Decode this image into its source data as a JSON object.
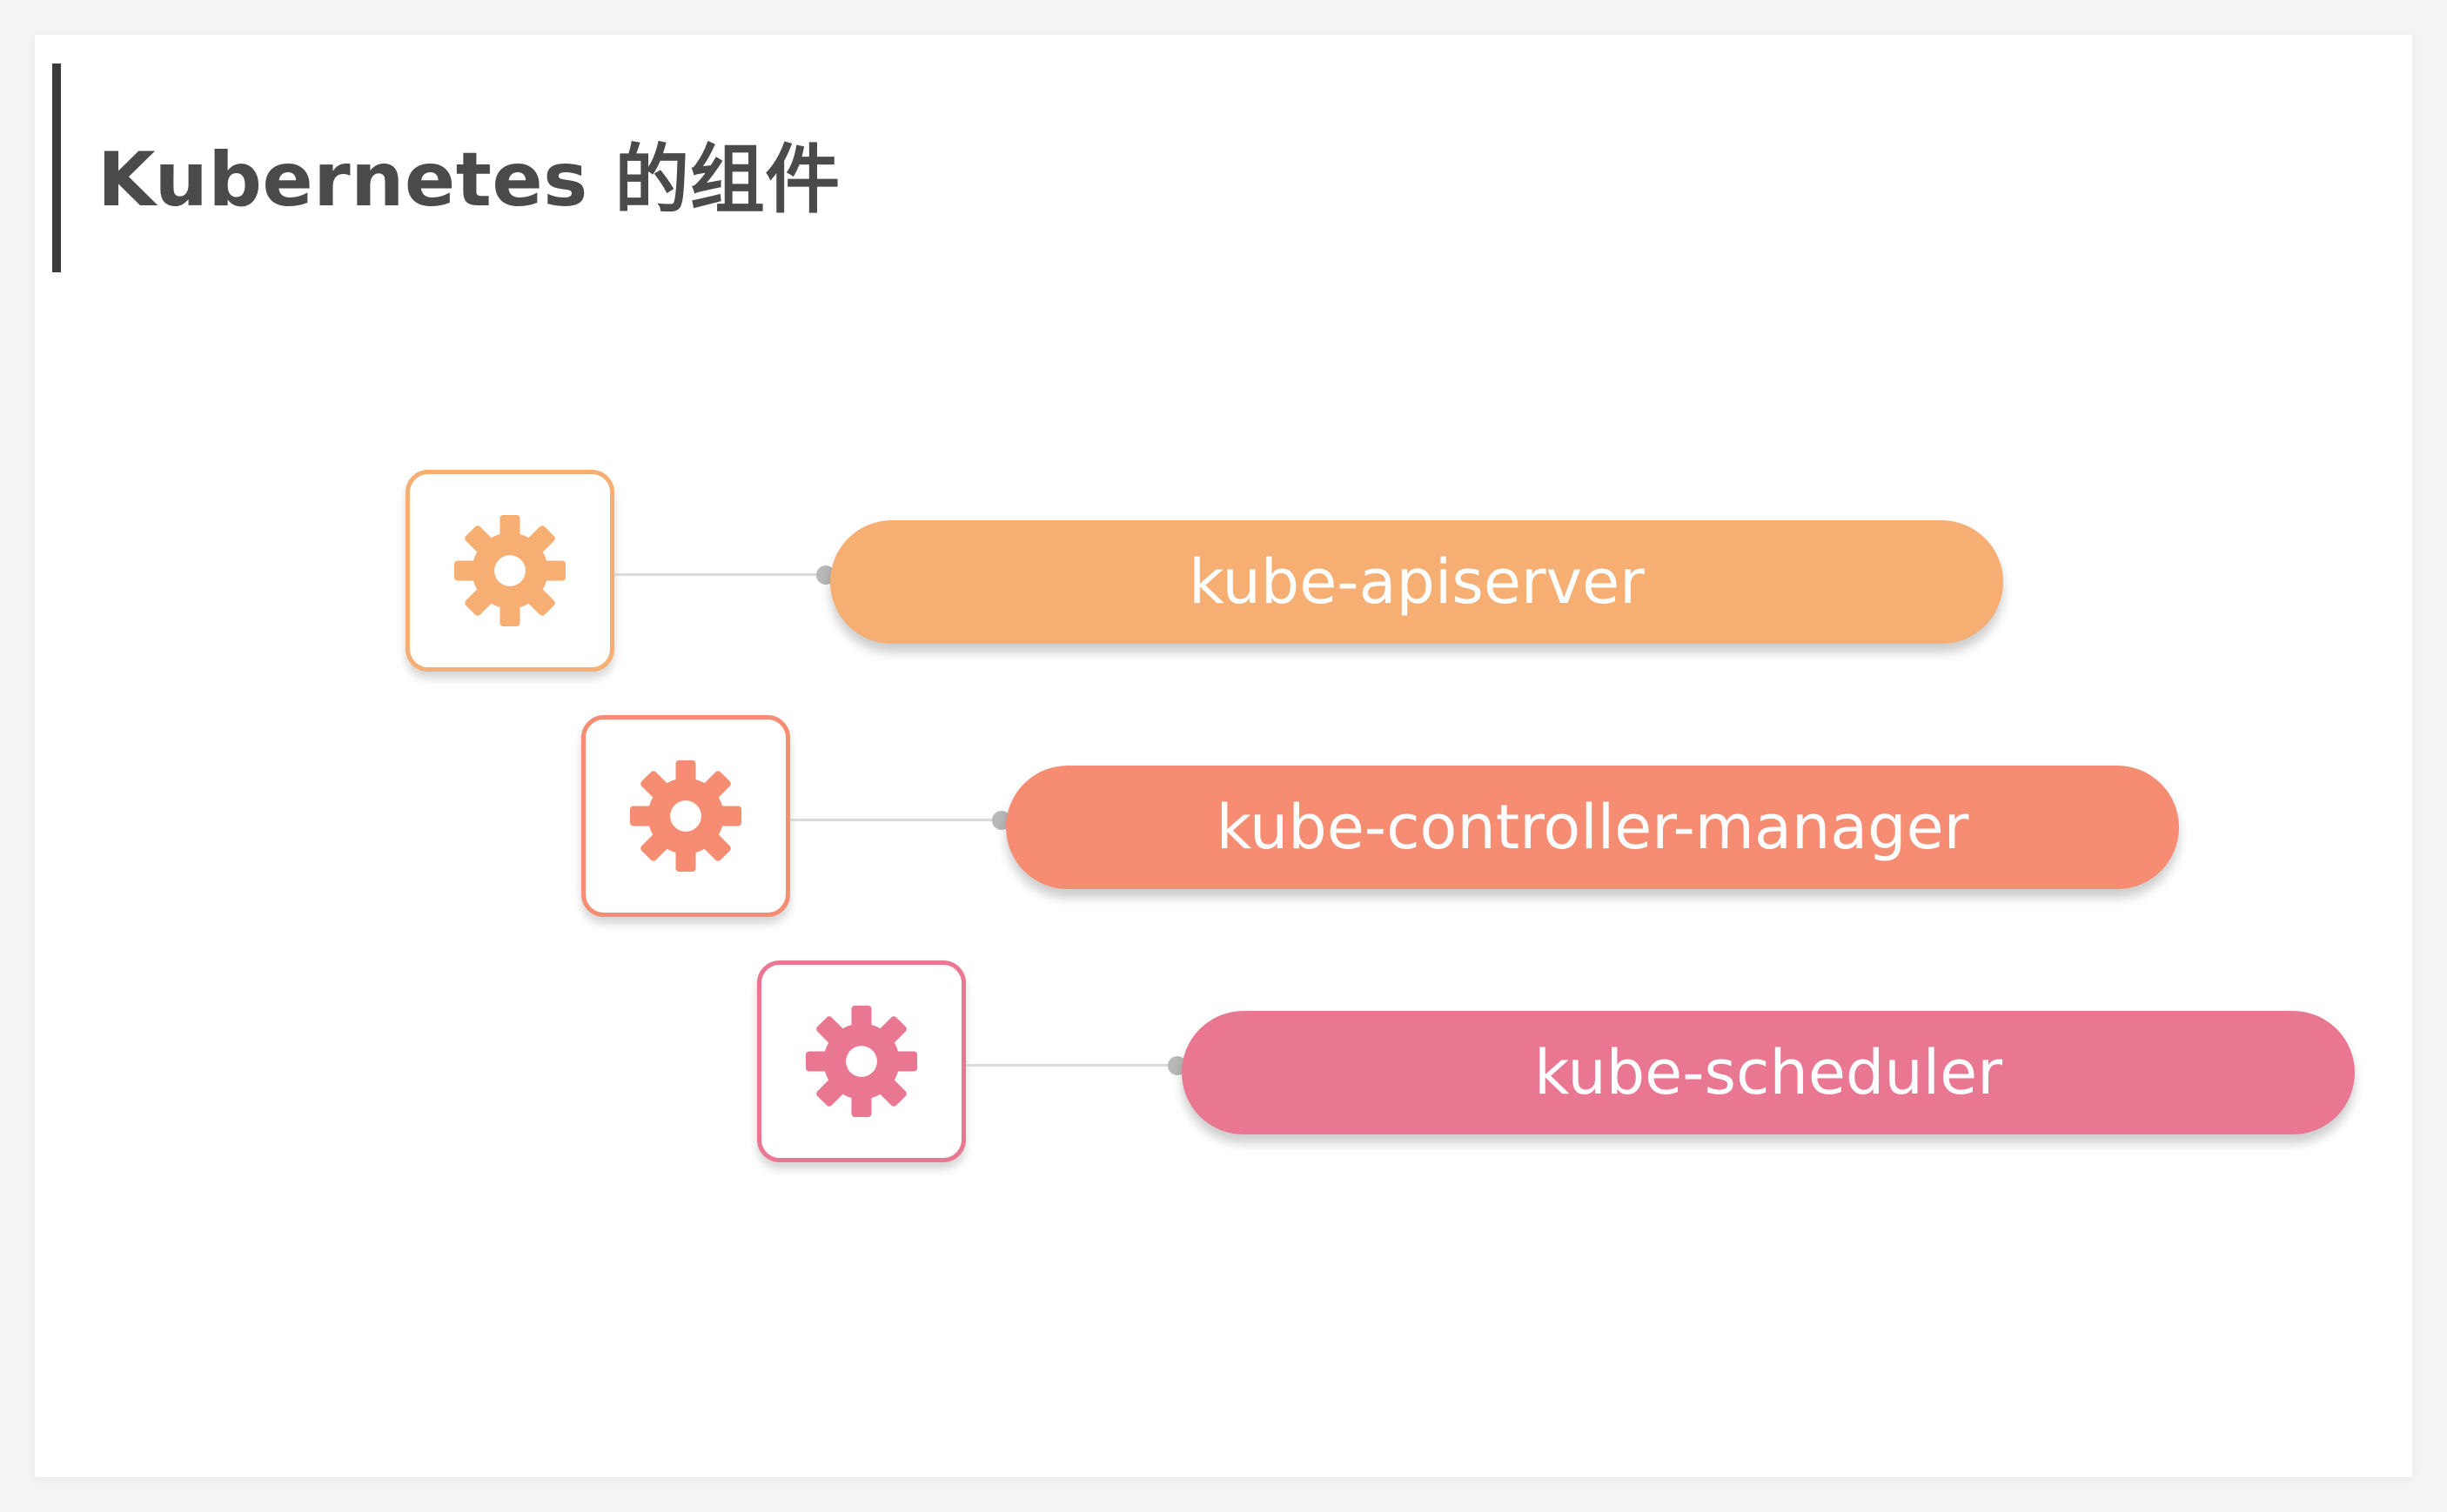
{
  "slide": {
    "title": "Kubernetes 的组件"
  },
  "components": [
    {
      "label": "kube-apiserver",
      "color": "#f6ae72",
      "icon": "gear-icon"
    },
    {
      "label": "kube-controller-manager",
      "color": "#f68c72",
      "icon": "gear-icon"
    },
    {
      "label": "kube-scheduler",
      "color": "#e97791",
      "icon": "gear-icon"
    }
  ]
}
